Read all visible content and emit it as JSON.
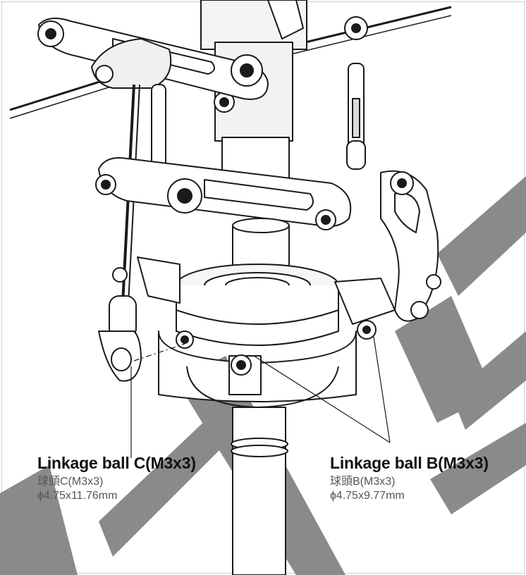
{
  "labels": {
    "ball_c": {
      "title": "Linkage ball C(M3x3)",
      "chinese": "球頭C(M3x3)",
      "size": "ɸ4.75x11.76mm"
    },
    "ball_b": {
      "title": "Linkage ball B(M3x3)",
      "chinese": "球頭B(M3x3)",
      "size": "ɸ4.75x9.77mm"
    }
  },
  "watermark": {
    "color": "#8a8a8a"
  },
  "colors": {
    "line": "#1a1a1a",
    "part": "#ffffff",
    "shade": "#e6e6e6"
  }
}
